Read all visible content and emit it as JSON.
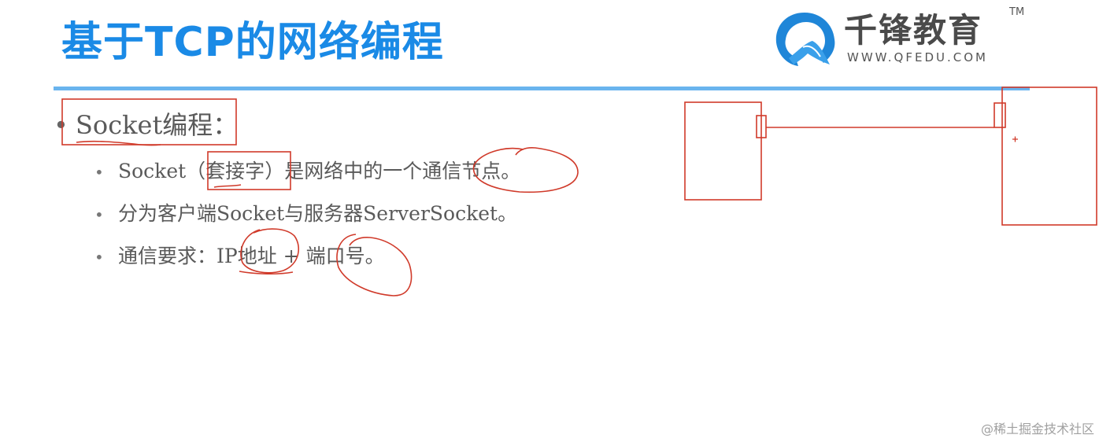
{
  "slide": {
    "title": "基于TCP的网络编程",
    "accent_color": "#1a8ae6",
    "rule_color": "#6ab4ee"
  },
  "logo": {
    "name_cn": "千锋教育",
    "url": "WWW.QFEDU.COM",
    "trademark": "TM",
    "icon": "qfedu-logo-icon"
  },
  "bullets": {
    "level1": {
      "marker": "•",
      "text": "Socket编程："
    },
    "level2": [
      {
        "marker": "•",
        "parts": [
          "Socket（",
          "套接字",
          "）是网络中的一个",
          "通信节点",
          "。"
        ]
      },
      {
        "marker": "•",
        "text": "分为客户端Socket与服务器ServerSocket。"
      },
      {
        "marker": "•",
        "parts": [
          "通信要求：",
          "IP地址",
          " + ",
          "端口号",
          "。"
        ]
      }
    ]
  },
  "annotations": {
    "color": "#d03a2a",
    "items": [
      "box-socket-heading",
      "underline-socket",
      "box-taojiezi",
      "underline-taojiezi",
      "circle-tongxin-jiedian",
      "circle-ip-address",
      "circle-port-number",
      "diagram-client-box",
      "diagram-server-box",
      "diagram-connection-line",
      "cursor-crosshair"
    ]
  },
  "watermark": "@稀土掘金技术社区"
}
